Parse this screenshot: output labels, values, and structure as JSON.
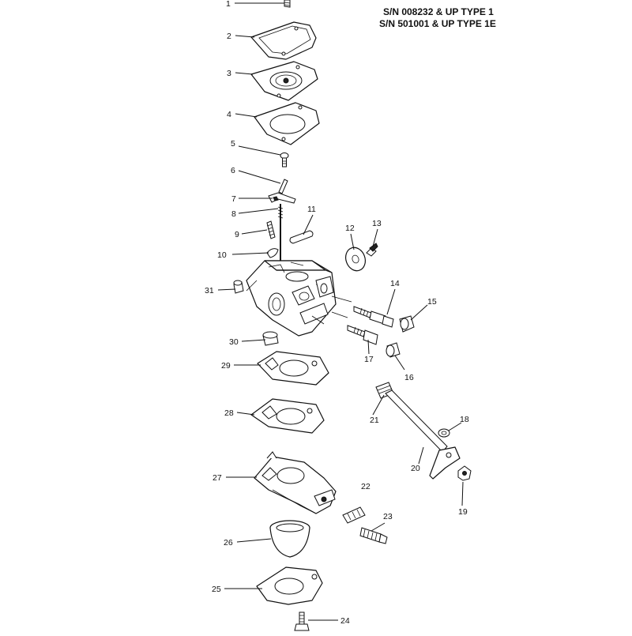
{
  "header": {
    "line1": "S/N 008232 & UP TYPE 1",
    "line2": "S/N 501001 & UP TYPE 1E"
  },
  "callouts": [
    {
      "id": "1",
      "label": "1"
    },
    {
      "id": "2",
      "label": "2"
    },
    {
      "id": "3",
      "label": "3"
    },
    {
      "id": "4",
      "label": "4"
    },
    {
      "id": "5",
      "label": "5"
    },
    {
      "id": "6",
      "label": "6"
    },
    {
      "id": "7",
      "label": "7"
    },
    {
      "id": "8",
      "label": "8"
    },
    {
      "id": "9",
      "label": "9"
    },
    {
      "id": "10",
      "label": "10"
    },
    {
      "id": "11",
      "label": "11"
    },
    {
      "id": "12",
      "label": "12"
    },
    {
      "id": "13",
      "label": "13"
    },
    {
      "id": "14",
      "label": "14"
    },
    {
      "id": "15",
      "label": "15"
    },
    {
      "id": "16",
      "label": "16"
    },
    {
      "id": "17",
      "label": "17"
    },
    {
      "id": "18",
      "label": "18"
    },
    {
      "id": "19",
      "label": "19"
    },
    {
      "id": "20",
      "label": "20"
    },
    {
      "id": "21",
      "label": "21"
    },
    {
      "id": "22",
      "label": "22"
    },
    {
      "id": "23",
      "label": "23"
    },
    {
      "id": "24",
      "label": "24"
    },
    {
      "id": "25",
      "label": "25"
    },
    {
      "id": "26",
      "label": "26"
    },
    {
      "id": "27",
      "label": "27"
    },
    {
      "id": "28",
      "label": "28"
    },
    {
      "id": "29",
      "label": "29"
    },
    {
      "id": "30",
      "label": "30"
    },
    {
      "id": "31",
      "label": "31"
    }
  ]
}
